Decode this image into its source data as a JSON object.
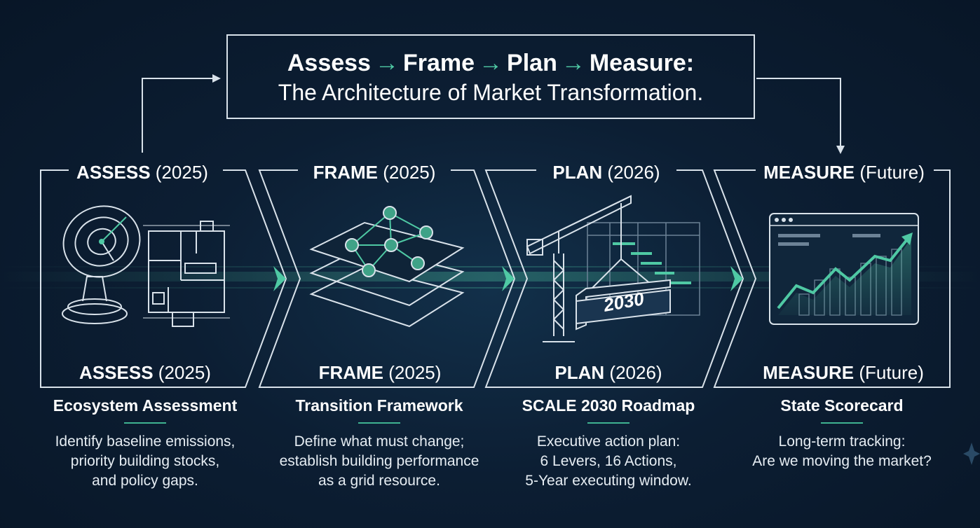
{
  "title": {
    "steps": [
      "Assess",
      "Frame",
      "Plan",
      "Measure:"
    ],
    "arrow": "→",
    "line2": "The Architecture of Market Transformation."
  },
  "stages": [
    {
      "top_word": "ASSESS",
      "top_year": "(2025)",
      "bottom_word": "ASSESS",
      "bottom_year": "(2025)",
      "subtitle": "Ecosystem Assessment",
      "description": "Identify baseline emissions,\npriority building stocks,\nand policy gaps.",
      "icons": [
        "radar-dish-icon",
        "floor-plan-icon"
      ]
    },
    {
      "top_word": "FRAME",
      "top_year": "(2025)",
      "bottom_word": "FRAME",
      "bottom_year": "(2025)",
      "subtitle": "Transition Framework",
      "description": "Define what must change;\nestablish building performance\nas a grid resource.",
      "icons": [
        "layered-network-icon"
      ]
    },
    {
      "top_word": "PLAN",
      "top_year": "(2026)",
      "bottom_word": "PLAN",
      "bottom_year": "(2026)",
      "subtitle": "SCALE 2030 Roadmap",
      "description": "Executive action plan:\n6 Levers, 16 Actions,\n5-Year executing window.",
      "icons": [
        "crane-icon",
        "gantt-chart-icon"
      ],
      "beam_label": "2030"
    },
    {
      "top_word": "MEASURE",
      "top_year": "(Future)",
      "bottom_word": "MEASURE",
      "bottom_year": "(Future)",
      "subtitle": "State Scorecard",
      "description": "Long-term tracking:\nAre we moving the market?",
      "icons": [
        "dashboard-growth-chart-icon"
      ]
    }
  ],
  "colors": {
    "accent": "#4fc9a4",
    "line": "#d9e2ea",
    "background": "#0c1e33"
  }
}
